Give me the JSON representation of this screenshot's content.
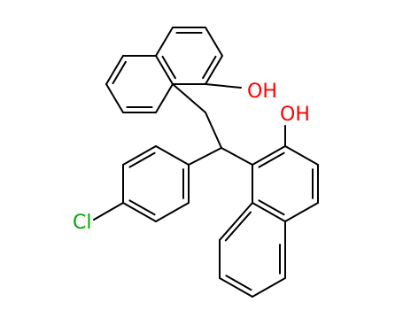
{
  "molecule": {
    "atoms": {
      "oh_top": {
        "text": "OH",
        "color": "#ff0000"
      },
      "oh_bottom": {
        "text": "OH",
        "color": "#ff0000"
      },
      "cl": {
        "text": "Cl",
        "color": "#00aa00"
      }
    },
    "bond_color": "#000000"
  }
}
